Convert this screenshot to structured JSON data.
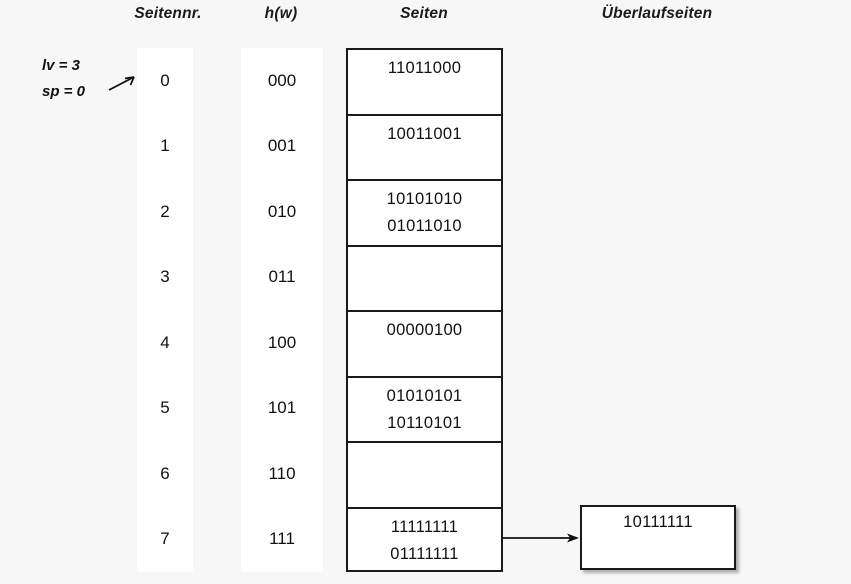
{
  "headers": {
    "page_no": "Seitennr.",
    "hash": "h(w)",
    "pages": "Seiten",
    "overflow": "Überlaufseiten"
  },
  "parameters": {
    "lv_line": "lv = 3",
    "sp_line": "sp = 0",
    "pointer_icon": "arrow-right-icon"
  },
  "colors": {
    "background": "#f7f7f7",
    "cell_background": "#ffffff",
    "border": "#1a1a1a",
    "text": "#111111"
  },
  "rows": [
    {
      "page_no": "0",
      "hash": "000",
      "records": [
        "11011000"
      ]
    },
    {
      "page_no": "1",
      "hash": "001",
      "records": [
        "10011001"
      ]
    },
    {
      "page_no": "2",
      "hash": "010",
      "records": [
        "10101010",
        "01011010"
      ]
    },
    {
      "page_no": "3",
      "hash": "011",
      "records": []
    },
    {
      "page_no": "4",
      "hash": "100",
      "records": [
        "00000100"
      ]
    },
    {
      "page_no": "5",
      "hash": "101",
      "records": [
        "01010101",
        "10110101"
      ]
    },
    {
      "page_no": "6",
      "hash": "110",
      "records": []
    },
    {
      "page_no": "7",
      "hash": "111",
      "records": [
        "11111111",
        "01111111"
      ]
    }
  ],
  "overflow_pages": [
    {
      "from_row": 7,
      "records": [
        "10111111"
      ]
    }
  ]
}
